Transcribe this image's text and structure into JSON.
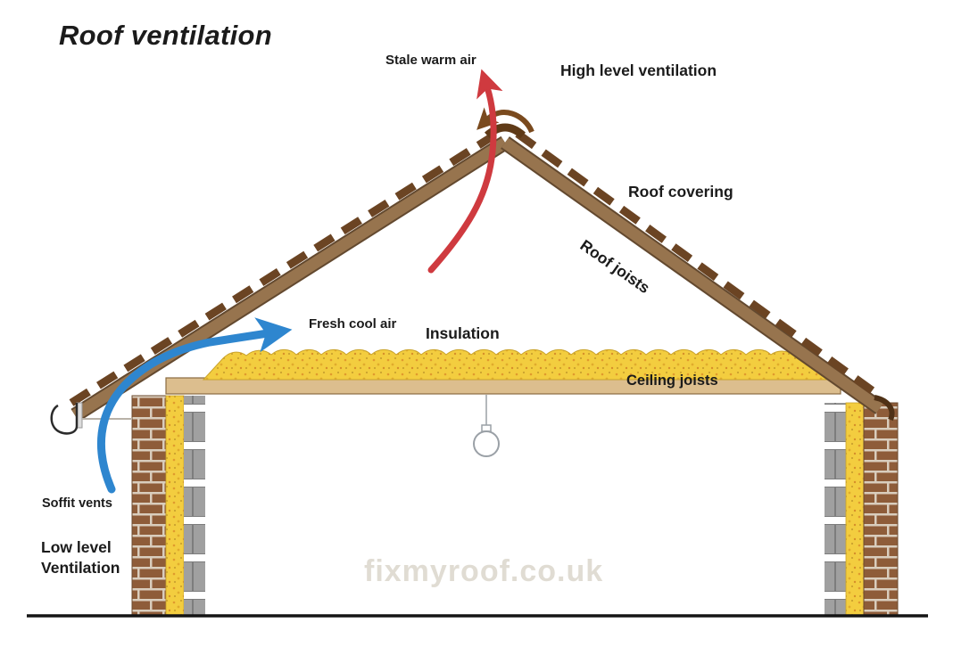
{
  "title": "Roof ventilation",
  "watermark": "fixmyroof.co.uk",
  "labels": {
    "stale_warm_air": "Stale warm air",
    "high_level_ventilation": "High level ventilation",
    "roof_covering": "Roof covering",
    "roof_joists": "Roof joists",
    "insulation": "Insulation",
    "ceiling_joists": "Ceiling joists",
    "fresh_cool_air": "Fresh cool air",
    "soffit_vents": "Soffit vents",
    "low_level_ventilation": "Low level\nVentilation"
  },
  "colors": {
    "rafter_wood": "#97744e",
    "rafter_edge": "#63492f",
    "tile_brown": "#6b4423",
    "ridge_brown": "#7a4a1e",
    "insulation_yellow": "#f3cd3f",
    "beam_tan": "#dcbe8e",
    "brick": "#8e5c39",
    "block_gray": "#a0a0a0",
    "arrow_stale": "#cf3a3f",
    "arrow_fresh": "#2e86cf",
    "text": "#1b1b1b"
  }
}
